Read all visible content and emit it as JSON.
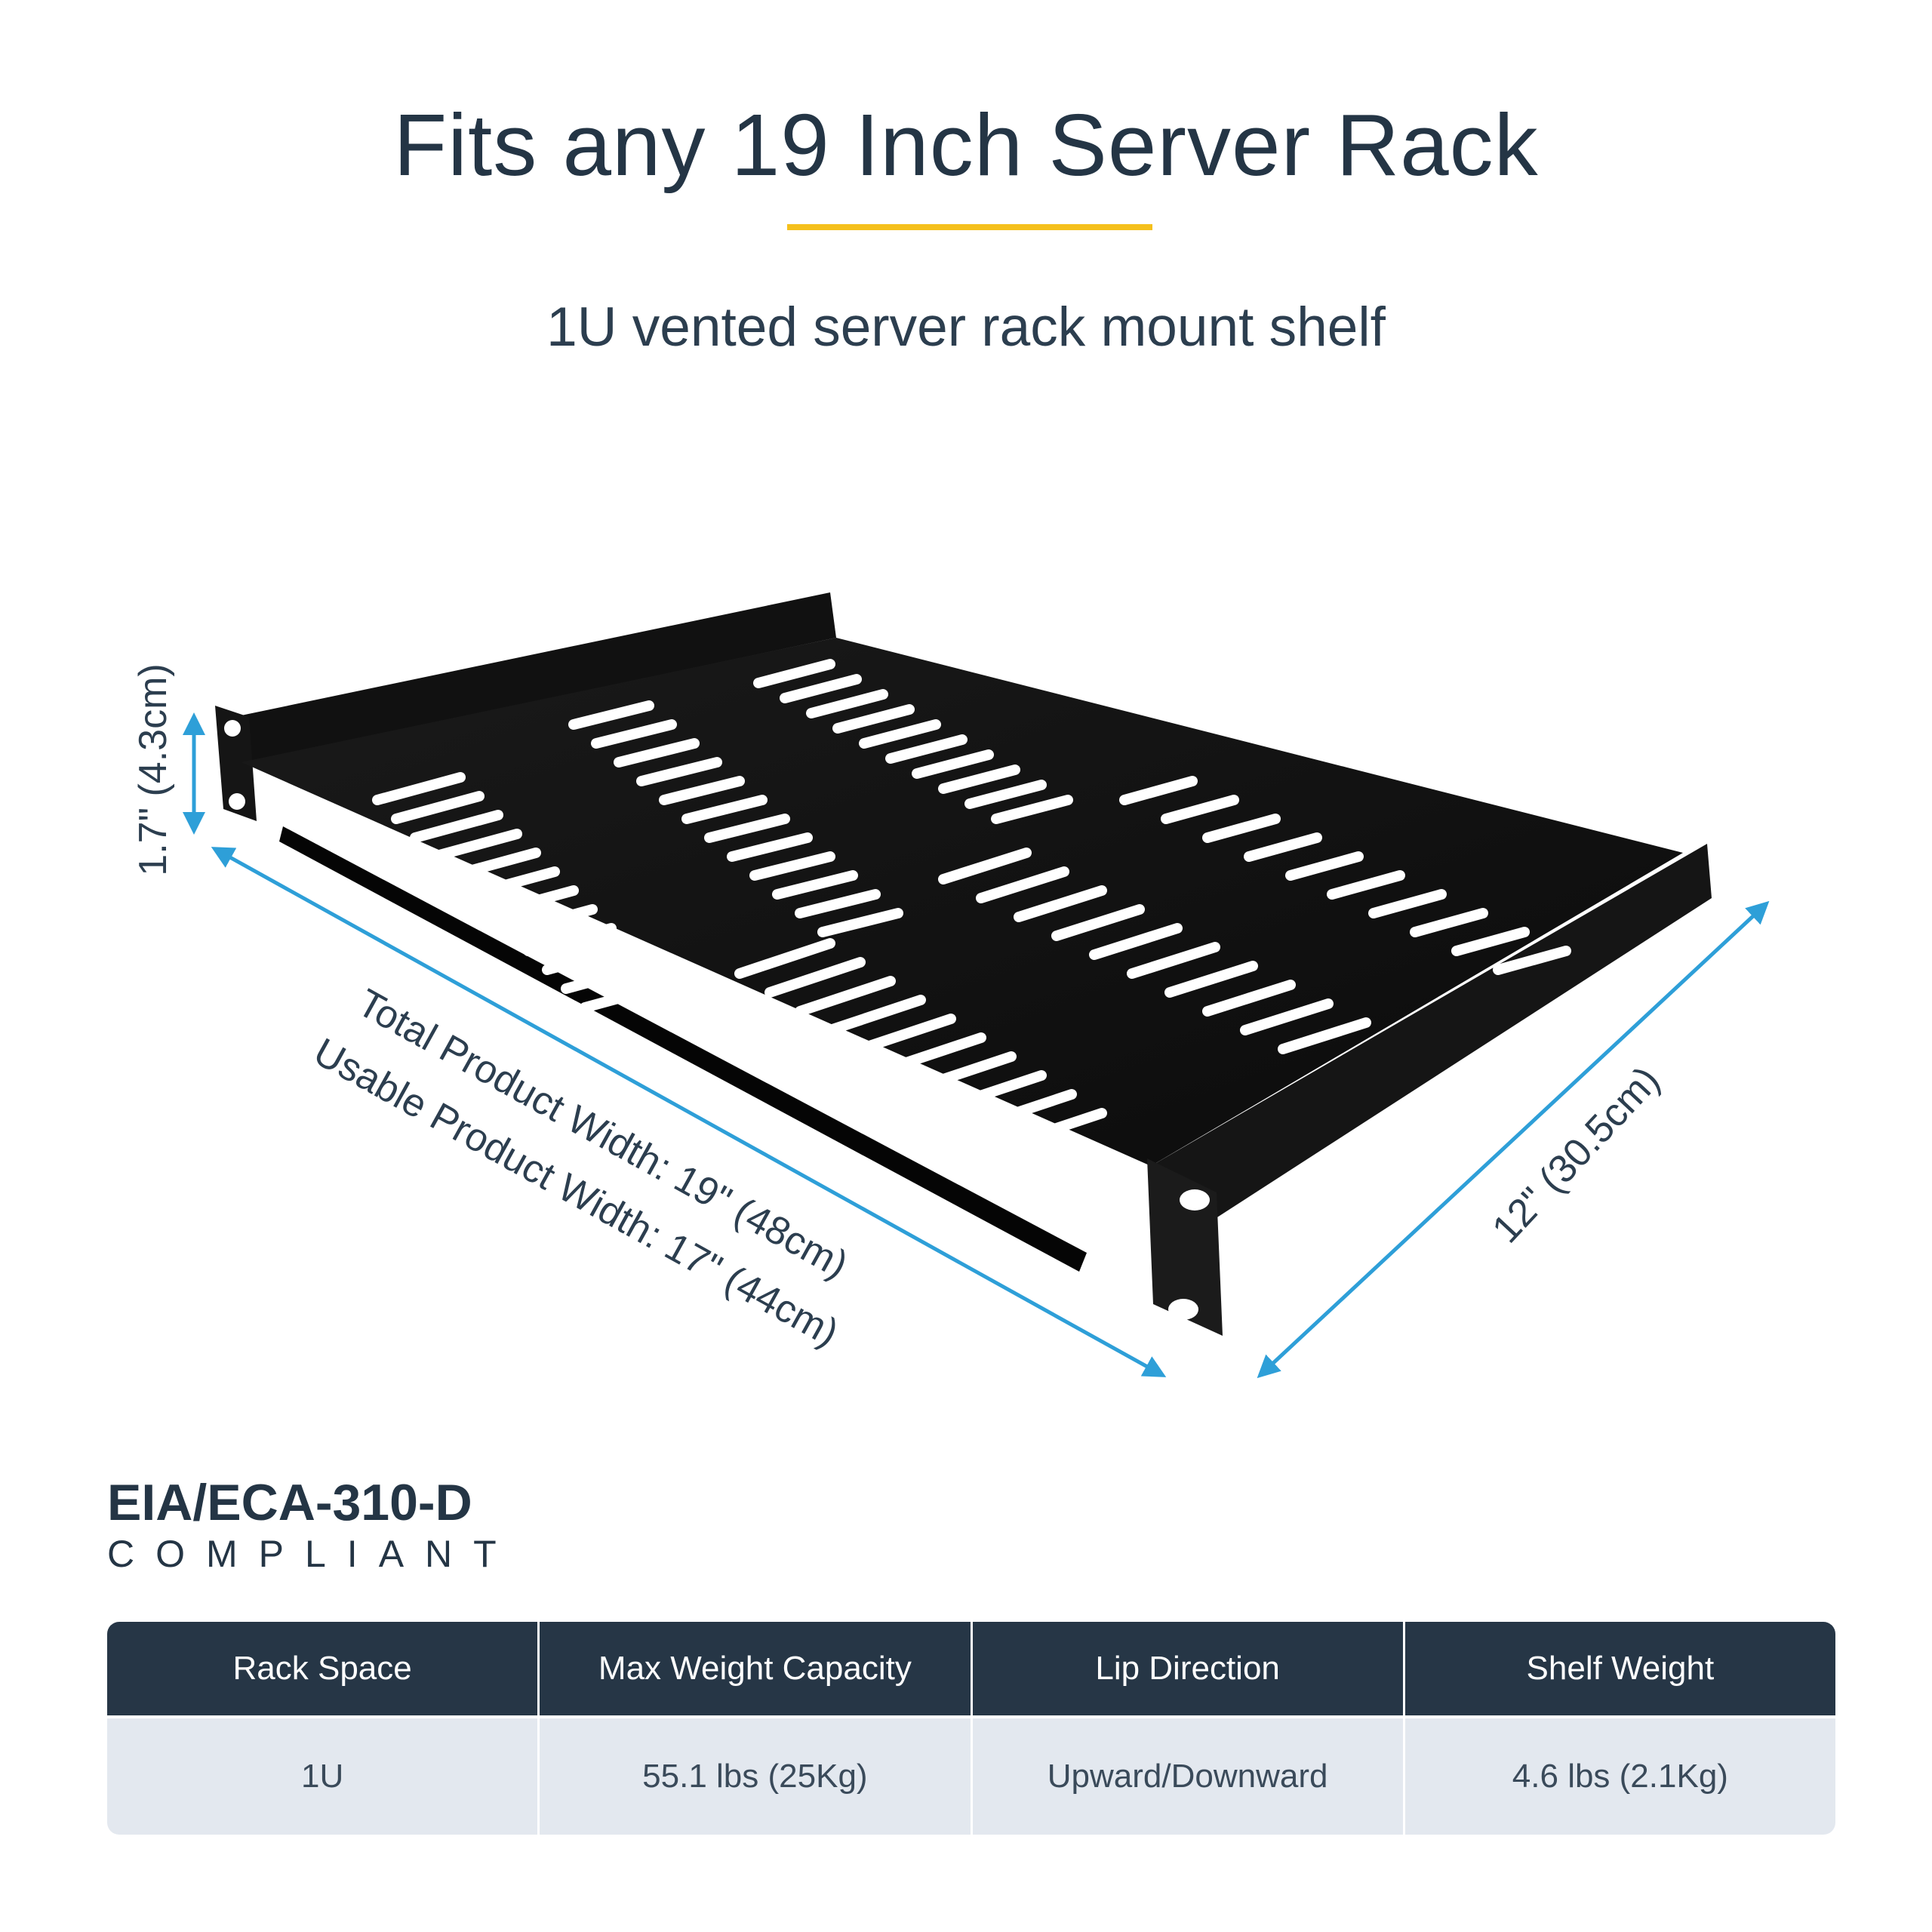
{
  "header": {
    "title": "Fits any 19 Inch Server Rack",
    "subtitle": "1U vented server rack mount shelf"
  },
  "dimensions": {
    "height": "1.7\" (4.3cm)",
    "total_width": "Total Product Width: 19\" (48cm)",
    "usable_width": "Usable Product Width: 17\" (44cm)",
    "depth": "12\" (30.5cm)"
  },
  "standard": {
    "name": "EIA/ECA-310-D",
    "label": "COMPLIANT"
  },
  "specs": {
    "headers": [
      "Rack Space",
      "Max Weight Capacity",
      "Lip Direction",
      "Shelf Weight"
    ],
    "values": [
      "1U",
      "55.1 lbs (25Kg)",
      "Upward/Downward",
      "4.6 lbs (2.1Kg)"
    ]
  },
  "colors": {
    "accent": "#f5c01c",
    "arrow": "#2e9fd8",
    "table_header": "#263646",
    "table_row": "#e3e8ef",
    "text": "#243545"
  }
}
